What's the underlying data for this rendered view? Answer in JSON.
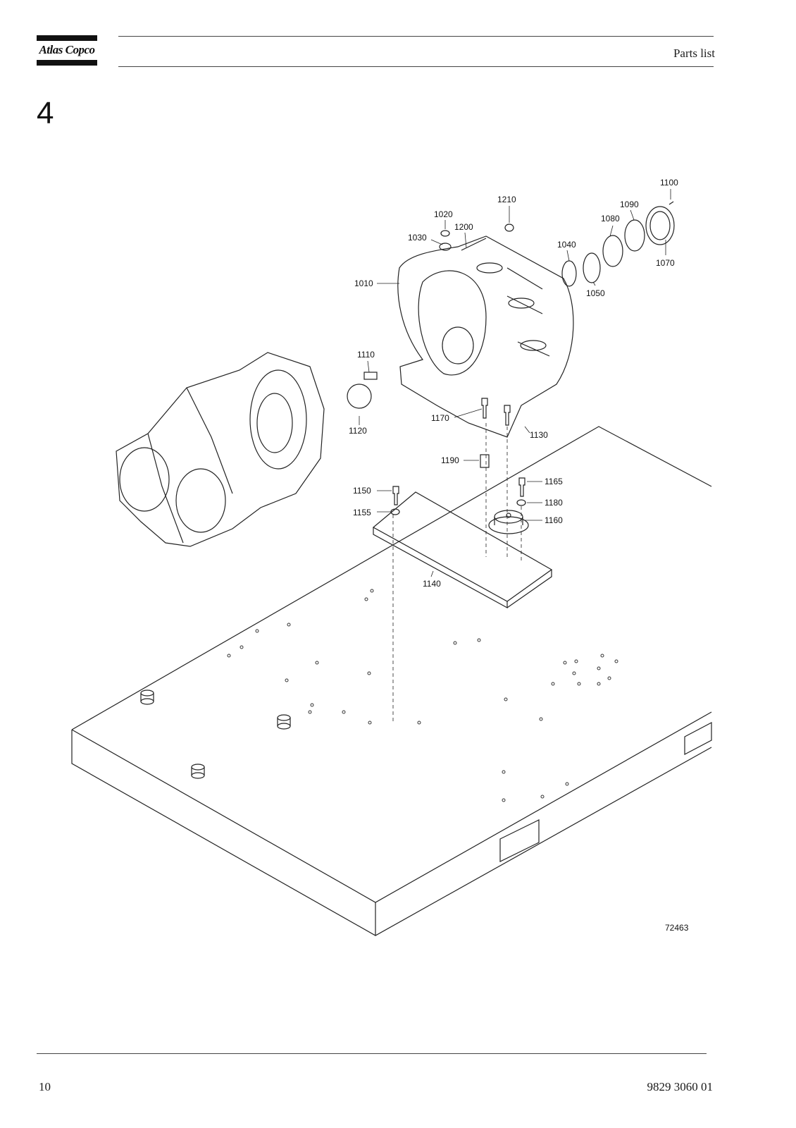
{
  "header": {
    "brand": "Atlas Copco",
    "title": "Parts list"
  },
  "section_number": "4",
  "drawing": {
    "parts": [
      {
        "id": "1010",
        "label": "1010"
      },
      {
        "id": "1020",
        "label": "1020"
      },
      {
        "id": "1030",
        "label": "1030"
      },
      {
        "id": "1040",
        "label": "1040"
      },
      {
        "id": "1050",
        "label": "1050"
      },
      {
        "id": "1070",
        "label": "1070"
      },
      {
        "id": "1080",
        "label": "1080"
      },
      {
        "id": "1090",
        "label": "1090"
      },
      {
        "id": "1100",
        "label": "1100"
      },
      {
        "id": "1110",
        "label": "1110"
      },
      {
        "id": "1120",
        "label": "1120"
      },
      {
        "id": "1130",
        "label": "1130"
      },
      {
        "id": "1140",
        "label": "1140"
      },
      {
        "id": "1150",
        "label": "1150"
      },
      {
        "id": "1155",
        "label": "1155"
      },
      {
        "id": "1160",
        "label": "1160"
      },
      {
        "id": "1165",
        "label": "1165"
      },
      {
        "id": "1170",
        "label": "1170"
      },
      {
        "id": "1180",
        "label": "1180"
      },
      {
        "id": "1190",
        "label": "1190"
      },
      {
        "id": "1200",
        "label": "1200"
      },
      {
        "id": "1210",
        "label": "1210"
      }
    ],
    "figure_number": "72463"
  },
  "footer": {
    "page_number": "10",
    "document_number": "9829 3060 01"
  }
}
